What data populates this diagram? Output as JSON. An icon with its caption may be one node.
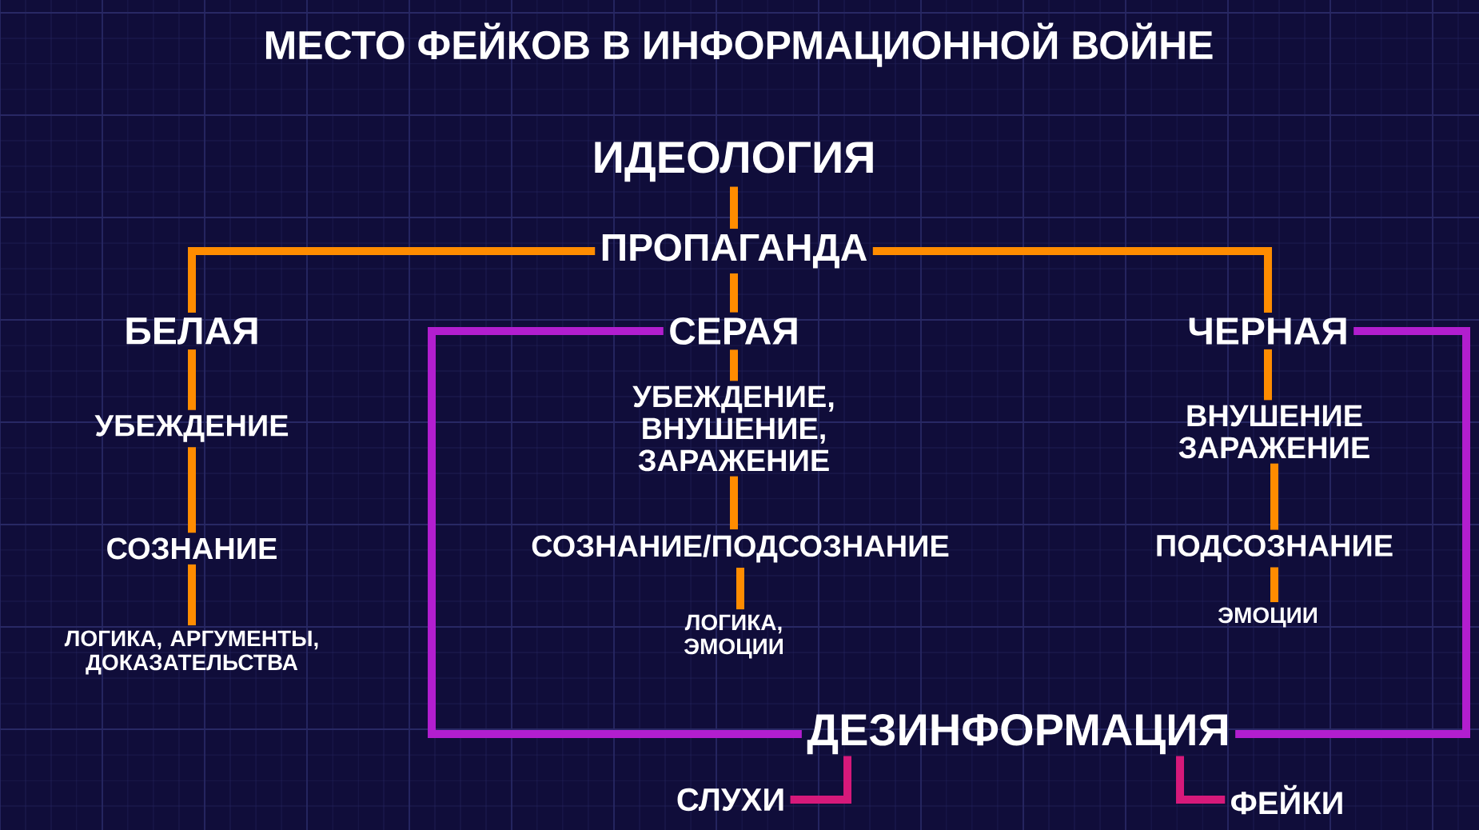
{
  "diagram": {
    "title": "МЕСТО ФЕЙКОВ В ИНФОРМАЦИОННОЙ ВОЙНЕ",
    "nodes": [
      {
        "text": [
          "ИДЕОЛОГИЯ"
        ]
      },
      {
        "text": [
          "ПРОПАГАНДА"
        ]
      },
      {
        "text": [
          "БЕЛАЯ"
        ]
      },
      {
        "text": [
          "СЕРАЯ"
        ]
      },
      {
        "text": [
          "ЧЕРНАЯ"
        ]
      },
      {
        "text": [
          "УБЕЖДЕНИЕ"
        ]
      },
      {
        "text": [
          "УБЕЖДЕНИЕ, ВНУШЕНИЕ, ЗАРАЖЕНИЕ"
        ]
      },
      {
        "text": [
          "ВНУШЕНИЕ ЗАРАЖЕНИЕ"
        ]
      },
      {
        "text": [
          "СОЗНАНИЕ"
        ]
      },
      {
        "text": [
          "СОЗНАНИЕ/ПОДСОЗНАНИЕ"
        ]
      },
      {
        "text": [
          "ПОДСОЗНАНИЕ"
        ]
      },
      {
        "text": [
          "ЛОГИКА, АРГУМЕНТЫ, ДОКАЗАТЕЛЬСТВА"
        ]
      },
      {
        "text": [
          "ЛОГИКА, ЭМОЦИИ"
        ]
      },
      {
        "text": [
          "ЭМОЦИИ"
        ]
      },
      {
        "text": [
          "ДЕЗИНФОРМАЦИЯ"
        ]
      },
      {
        "text": [
          "СЛУХИ"
        ]
      },
      {
        "text": [
          "ФЕЙКИ"
        ]
      }
    ],
    "edges": [
      {
        "from": 0,
        "to": 1,
        "arrow": "none"
      },
      {
        "from": 1,
        "to": 2,
        "arrow": "none"
      },
      {
        "from": 1,
        "to": 3,
        "arrow": "none"
      },
      {
        "from": 1,
        "to": 4,
        "arrow": "none"
      },
      {
        "from": 2,
        "to": 5,
        "arrow": "none"
      },
      {
        "from": 5,
        "to": 8,
        "arrow": "none"
      },
      {
        "from": 8,
        "to": 11,
        "arrow": "none"
      },
      {
        "from": 3,
        "to": 6,
        "arrow": "none"
      },
      {
        "from": 6,
        "to": 9,
        "arrow": "none"
      },
      {
        "from": 9,
        "to": 12,
        "arrow": "none"
      },
      {
        "from": 4,
        "to": 7,
        "arrow": "none"
      },
      {
        "from": 7,
        "to": 10,
        "arrow": "none"
      },
      {
        "from": 10,
        "to": 13,
        "arrow": "none"
      },
      {
        "from": 3,
        "to": 14,
        "arrow": "none",
        "color": "#b21ecf"
      },
      {
        "from": 4,
        "to": 14,
        "arrow": "none",
        "color": "#b21ecf"
      },
      {
        "from": 14,
        "to": 15,
        "arrow": "none",
        "color": "#d6197a"
      },
      {
        "from": 14,
        "to": 16,
        "arrow": "none",
        "color": "#d6197a"
      }
    ]
  }
}
